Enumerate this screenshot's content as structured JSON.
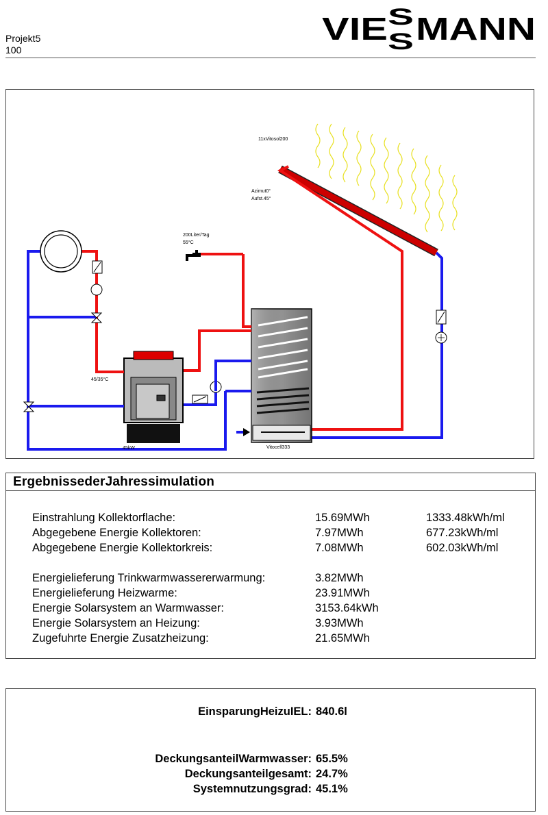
{
  "header": {
    "project": "Projekt5",
    "project_number": "100",
    "logo_text": "VIESSMANN"
  },
  "diagram": {
    "collector_label": "11xVitosol200",
    "collector_orientation_1": "Azimut0°",
    "collector_orientation_2": "Aufst.45°",
    "hot_water_demand": "200Liter/Tag",
    "hot_water_temp": "55°C",
    "heating_temp": "45/35°C",
    "boiler_power": "45kW",
    "storage_tank": "Vitocell333",
    "colors": {
      "hot_pipe": "#ee1111",
      "cold_pipe": "#1a1aee",
      "collector": "#cc0000"
    }
  },
  "results": {
    "title": "ErgebnissederJahressimulation",
    "rows": [
      {
        "label": "Einstrahlung Kollektorflache:",
        "v1": "15.69MWh",
        "v2": "1333.48kWh/ml"
      },
      {
        "label": "Abgegebene Energie Kollektoren:",
        "v1": "7.97MWh",
        "v2": "677.23kWh/ml"
      },
      {
        "label": "Abgegebene Energie Kollektorkreis:",
        "v1": "7.08MWh",
        "v2": "602.03kWh/ml"
      },
      {
        "label": "Energielieferung Trinkwarmwassererwarmung:",
        "v1": "3.82MWh",
        "v2": ""
      },
      {
        "label": "Energielieferung Heizwarme:",
        "v1": "23.91MWh",
        "v2": ""
      },
      {
        "label": "Energie Solarsystem an Warmwasser:",
        "v1": "3153.64kWh",
        "v2": ""
      },
      {
        "label": "Energie Solarsystem an Heizung:",
        "v1": "3.93MWh",
        "v2": ""
      },
      {
        "label": "Zugefuhrte Energie Zusatzheizung:",
        "v1": "21.65MWh",
        "v2": ""
      }
    ]
  },
  "summary": {
    "rows": [
      {
        "label": "EinsparungHeizuIEL:",
        "value": "840.6l"
      },
      {
        "label": "DeckungsanteilWarmwasser:",
        "value": "65.5%"
      },
      {
        "label": "Deckungsanteilgesamt:",
        "value": "24.7%"
      },
      {
        "label": "Systemnutzungsgrad:",
        "value": "45.1%"
      }
    ]
  }
}
